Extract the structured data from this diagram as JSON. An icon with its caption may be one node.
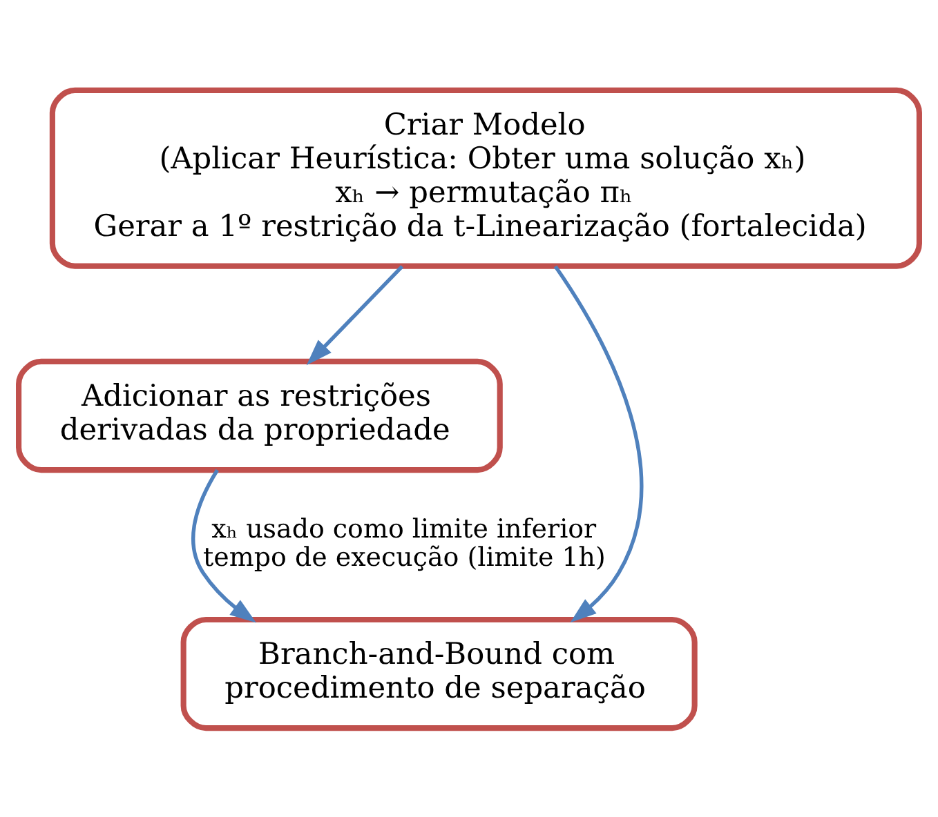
{
  "diagram": {
    "nodes": [
      {
        "text": [
          "Criar Modelo",
          "(Aplicar Heurística: Obter uma solução xₕ)",
          "xₕ → permutação πₕ",
          "Gerar a 1º restrição da t-Linearização (fortalecida)"
        ]
      },
      {
        "text": [
          "Adicionar as restrições derivadas da propriedade"
        ]
      },
      {
        "text": [
          "Branch-and-Bound com procedimento de separação"
        ]
      }
    ],
    "edges": [
      {
        "from": 0,
        "to": 1,
        "arrow": "to"
      },
      {
        "from": 0,
        "to": 2,
        "arrow": "to"
      },
      {
        "from": 1,
        "to": 2,
        "arrow": "to",
        "label": "xₕ usado como limite inferior tempo de execução (limite 1h)"
      }
    ]
  }
}
